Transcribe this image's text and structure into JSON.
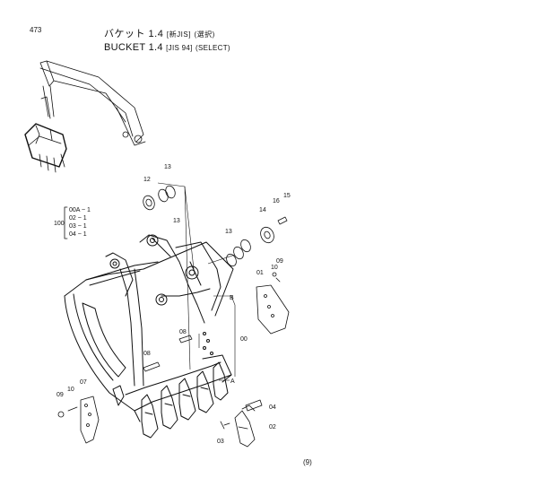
{
  "header": {
    "page_number": "473",
    "title_jp": "バケット 1.4",
    "title_jp_std": "[新JIS]",
    "title_jp_select": "(選択)",
    "title_en": "BUCKET 1.4",
    "title_en_std": "[JIS 94]",
    "title_en_select": "(SELECT)"
  },
  "callouts": {
    "c13a": "13",
    "c12": "12",
    "c13b": "13",
    "c15": "15",
    "c16": "16",
    "c14": "14",
    "c13c": "13",
    "c09a": "09",
    "c10a": "10",
    "c01": "01",
    "cB": "B",
    "c00": "00",
    "c08a": "08",
    "c08b": "08",
    "cA": "A",
    "c07": "07",
    "c09b": "09",
    "c10b": "10",
    "c04": "04",
    "c02": "02",
    "c03": "03"
  },
  "variants": {
    "group": "100",
    "rows": [
      "00A ~ 1",
      "02  ~ 1",
      "03  ~ 1",
      "04  ~ 1"
    ]
  },
  "footer": {
    "mark": "(9)"
  }
}
